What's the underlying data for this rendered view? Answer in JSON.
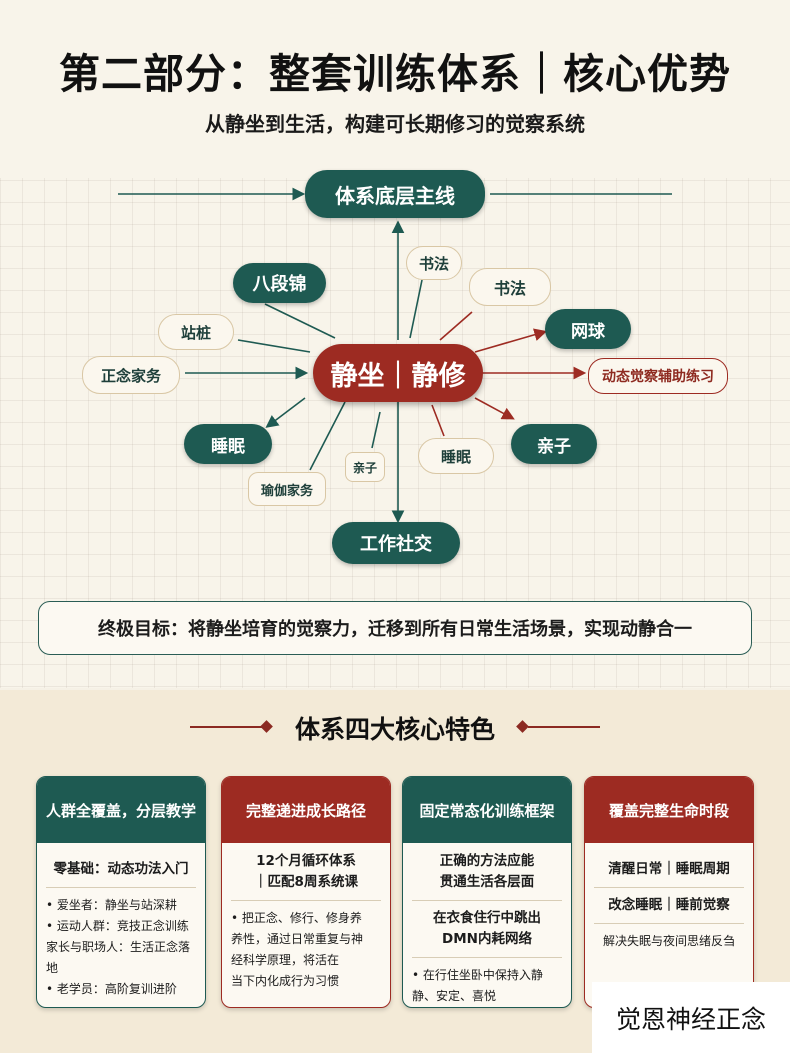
{
  "header": {
    "title": "第二部分：整套训练体系｜核心优势",
    "subtitle": "从静坐到生活，构建可长期修习的觉察系统"
  },
  "diagram": {
    "center": "静坐｜静修",
    "top": "体系底层主线",
    "bottom": "工作社交",
    "nodes": {
      "baduanjin": "八段锦",
      "zhanzhuang": "站桩",
      "zhengnian_jiawu": "正念家务",
      "shuimian_left": "睡眠",
      "jiawu_small": "瑜伽家务",
      "qinzi_small": "亲子",
      "shufa_small": "书法",
      "shufa": "书法",
      "wangqiu": "网球",
      "dongtai": "动态觉察辅助练习",
      "qinzi": "亲子",
      "shuimian_right": "睡眠"
    }
  },
  "goal": "终极目标：将静坐培育的觉察力，迁移到所有日常生活场景，实现动静合一",
  "features": {
    "title": "体系四大核心特色",
    "cards": [
      {
        "heading": "人群全覆盖，分层教学",
        "lead": "零基础：动态功法入门",
        "items": [
          "• 爱坐者：静坐与站深耕",
          "• 运动人群：竞技正念训练",
          "家长与职场人：生活正念落地",
          "• 老学员：高阶复训进阶"
        ]
      },
      {
        "heading": "完整递进成长路径",
        "lead1": "12个月循环体系",
        "lead2": "｜匹配8周系统课",
        "items": [
          "• 把正念、修行、修身养",
          "养性，通过日常重复与神",
          "经科学原理，将活在",
          "当下内化成行为习惯"
        ]
      },
      {
        "heading": "固定常态化训练框架",
        "lead1": "正确的方法应能",
        "lead2": "贯通生活各层面",
        "lead3": "在衣食住行中跳出",
        "lead4": "DMN内耗网络",
        "items": [
          "• 在行住坐卧中保持入静",
          "静、安定、喜悦"
        ]
      },
      {
        "heading": "覆盖完整生命时段",
        "lead1": "清醒日常｜睡眠周期",
        "lead2": "改念睡眠｜睡前觉察",
        "items": [
          "解决失眠与夜间思绪反刍"
        ]
      }
    ]
  },
  "watermark": "觉恩神经正念",
  "colors": {
    "teal": "#1e5a52",
    "red": "#9d2b22",
    "background": "#f6f1e6"
  }
}
